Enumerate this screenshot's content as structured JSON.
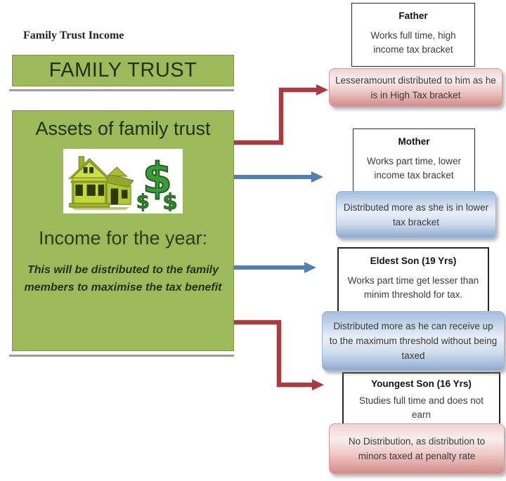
{
  "page": {
    "heading": "Family Trust Income"
  },
  "trust": {
    "header": "FAMILY TRUST",
    "assets_heading": "Assets of family trust",
    "income_heading": "Income for the year:",
    "income_note": "This will be distributed to the family members to maximise the tax benefit"
  },
  "icons": {
    "house": "house-icon",
    "dollar": "dollar-icon",
    "dollar_glyph": "$"
  },
  "members": [
    {
      "name": "Father",
      "description": "Works full time, high income tax bracket",
      "distribution": "Lesseramount distributed to him as he is in High Tax bracket",
      "sentiment": "negative",
      "arrow_color": "red"
    },
    {
      "name": "Mother",
      "description": "Works part time, lower income tax bracket",
      "distribution": "Distributed more as she is in lower tax bracket",
      "sentiment": "positive",
      "arrow_color": "blue"
    },
    {
      "name": "Eldest Son (19 Yrs)",
      "description": "Works part time get lesser than minim threshold for tax.",
      "distribution": "Distributed more as he can receive up to the maximum threshold without being taxed",
      "sentiment": "positive",
      "arrow_color": "blue"
    },
    {
      "name": "Youngest Son (16 Yrs)",
      "description": "Studies full time and does not earn",
      "distribution": "No Distribution, as distribution to minors taxed at penalty rate",
      "sentiment": "negative",
      "arrow_color": "red"
    }
  ],
  "colors": {
    "trust_green": "#9cba59",
    "trust_green_border": "#7e9a42",
    "heading_green": "#1e3110",
    "arrow_red": "#a83c40",
    "arrow_blue": "#4f80b6",
    "callout_pink_dark": "#d08c8a",
    "callout_pink_light": "#f9eeee",
    "callout_blue_dark": "#8fabd0",
    "callout_blue_light": "#e9eff8",
    "divider_gray": "#9d9d9d"
  }
}
